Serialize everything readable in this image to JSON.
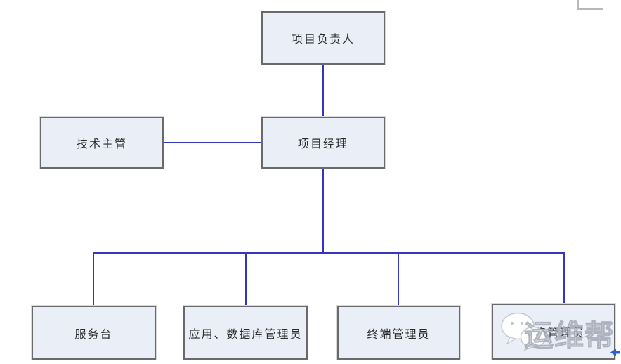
{
  "canvas": {
    "background": "#ffffff"
  },
  "colors": {
    "box_fill": "#eaeef7",
    "box_border": "#6a6a6a",
    "connector_blue": "#3236c0",
    "frame_gray": "#b8b8b8",
    "watermark_gray": "#b4bac4",
    "arrow_blue": "#2e5fcf"
  },
  "org_chart": {
    "nodes": {
      "project_leader": {
        "label": "项目负责人"
      },
      "tech_supervisor": {
        "label": "技术主管"
      },
      "project_manager": {
        "label": "项目经理"
      },
      "service_desk": {
        "label": "服务台"
      },
      "app_db_admin": {
        "label": "应用、数据库管理员"
      },
      "terminal_admin": {
        "label": "终端管理员"
      },
      "network_admin": {
        "label": "网络管理员"
      }
    },
    "hierarchy": {
      "root": "project_leader",
      "children_of_root": [
        "project_manager"
      ],
      "peer_of_manager": "tech_supervisor",
      "children_of_manager": [
        "service_desk",
        "app_db_admin",
        "terminal_admin",
        "network_admin"
      ]
    }
  },
  "watermark": {
    "icon": "wechat-icon",
    "text": "运维帮"
  }
}
